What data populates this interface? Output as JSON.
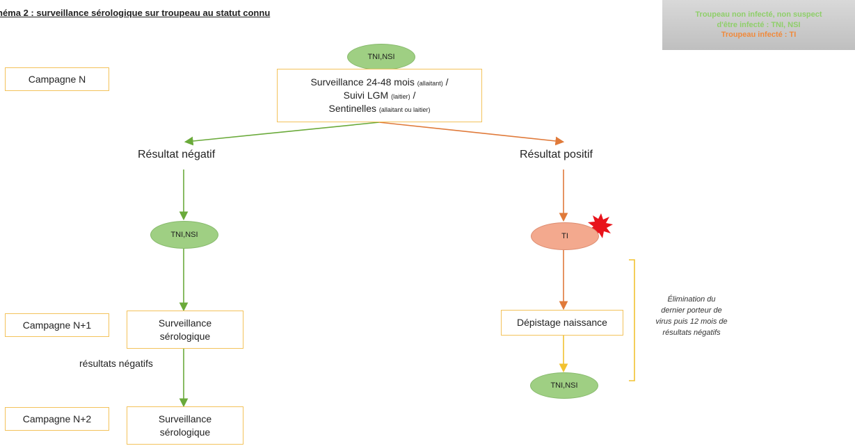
{
  "title": "héma 2 : surveillance sérologique sur troupeau au statut connu",
  "legend": {
    "line1": "Troupeau non infecté, non suspect",
    "line2": "d'être infecté : TNI, NSI",
    "line3": "Troupeau infecté : TI"
  },
  "campaigns": {
    "n": "Campagne N",
    "n1": "Campagne N+1",
    "n2": "Campagne N+2"
  },
  "top": {
    "oval": "TNI,NSI",
    "line1_main": "Surveillance 24-48 mois",
    "line1_small": "(allaitant)",
    "line1_sep": "/",
    "line2_main": "Suivi LGM",
    "line2_small": "(laitier)",
    "line2_sep": "/",
    "line3_main": "Sentinelles",
    "line3_small": "(allaitant ou laitier)"
  },
  "negative": {
    "result": "Résultat négatif",
    "oval": "TNI,NSI",
    "box1_line1": "Surveillance",
    "box1_line2": "sérologique",
    "label": "résultats négatifs",
    "box2_line1": "Surveillance",
    "box2_line2": "sérologique"
  },
  "positive": {
    "result": "Résultat positif",
    "oval": "TI",
    "box": "Dépistage naissance",
    "oval2": "TNI,NSI",
    "note_line1": "Élimination du",
    "note_line2": "dernier porteur de",
    "note_line3": "virus puis 12 mois de",
    "note_line4": "résultats négatifs"
  },
  "colors": {
    "green_arrow": "#6aaa3a",
    "orange_arrow": "#e07a3a",
    "yellow_arrow": "#f2c230",
    "box_border": "#f3c25a",
    "green_oval": "#9fcf83",
    "red_oval": "#f3a98e",
    "burst": "#e8131b"
  }
}
